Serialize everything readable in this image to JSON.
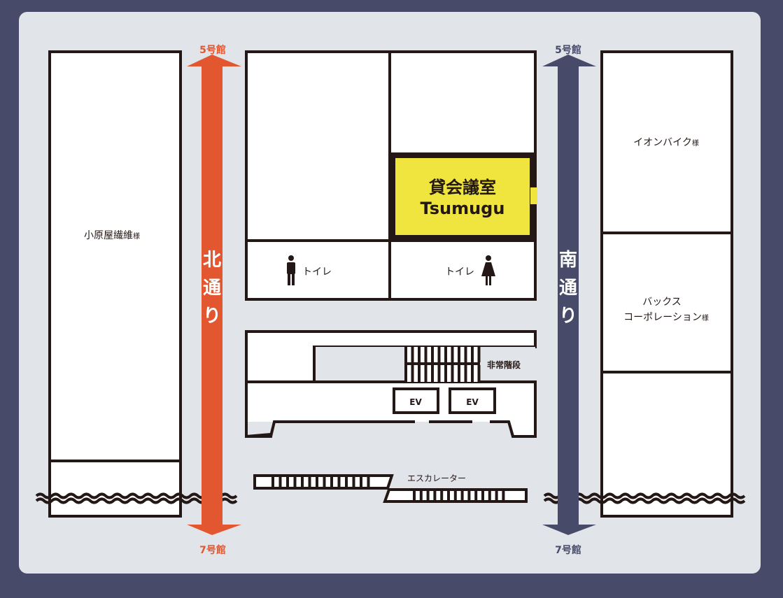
{
  "colors": {
    "background": "#474a69",
    "panel": "#e1e4e9",
    "north_street": "#e2572f",
    "south_street": "#474a69",
    "highlight_room": "#efe53e",
    "wall": "#231815"
  },
  "north_street": {
    "top_label": "5号館",
    "bottom_label": "7号館",
    "name_chars": [
      "北",
      "通",
      "り"
    ]
  },
  "south_street": {
    "top_label": "5号館",
    "bottom_label": "7号館",
    "name_chars": [
      "南",
      "通",
      "り"
    ]
  },
  "left_shop": {
    "name": "小原屋繊維",
    "suffix": "様"
  },
  "right_shops": [
    {
      "name": "イオンバイク",
      "suffix": "様"
    },
    {
      "name_line1": "バックス",
      "name_line2": "コーポレーション",
      "suffix": "様"
    }
  ],
  "room": {
    "title": "貸会議室",
    "subtitle": "Tsumugu"
  },
  "toilets": {
    "male": "トイレ",
    "female": "トイレ"
  },
  "facilities": {
    "stairs": "非常階段",
    "elevator1": "EV",
    "elevator2": "EV",
    "escalator": "エスカレーター"
  }
}
